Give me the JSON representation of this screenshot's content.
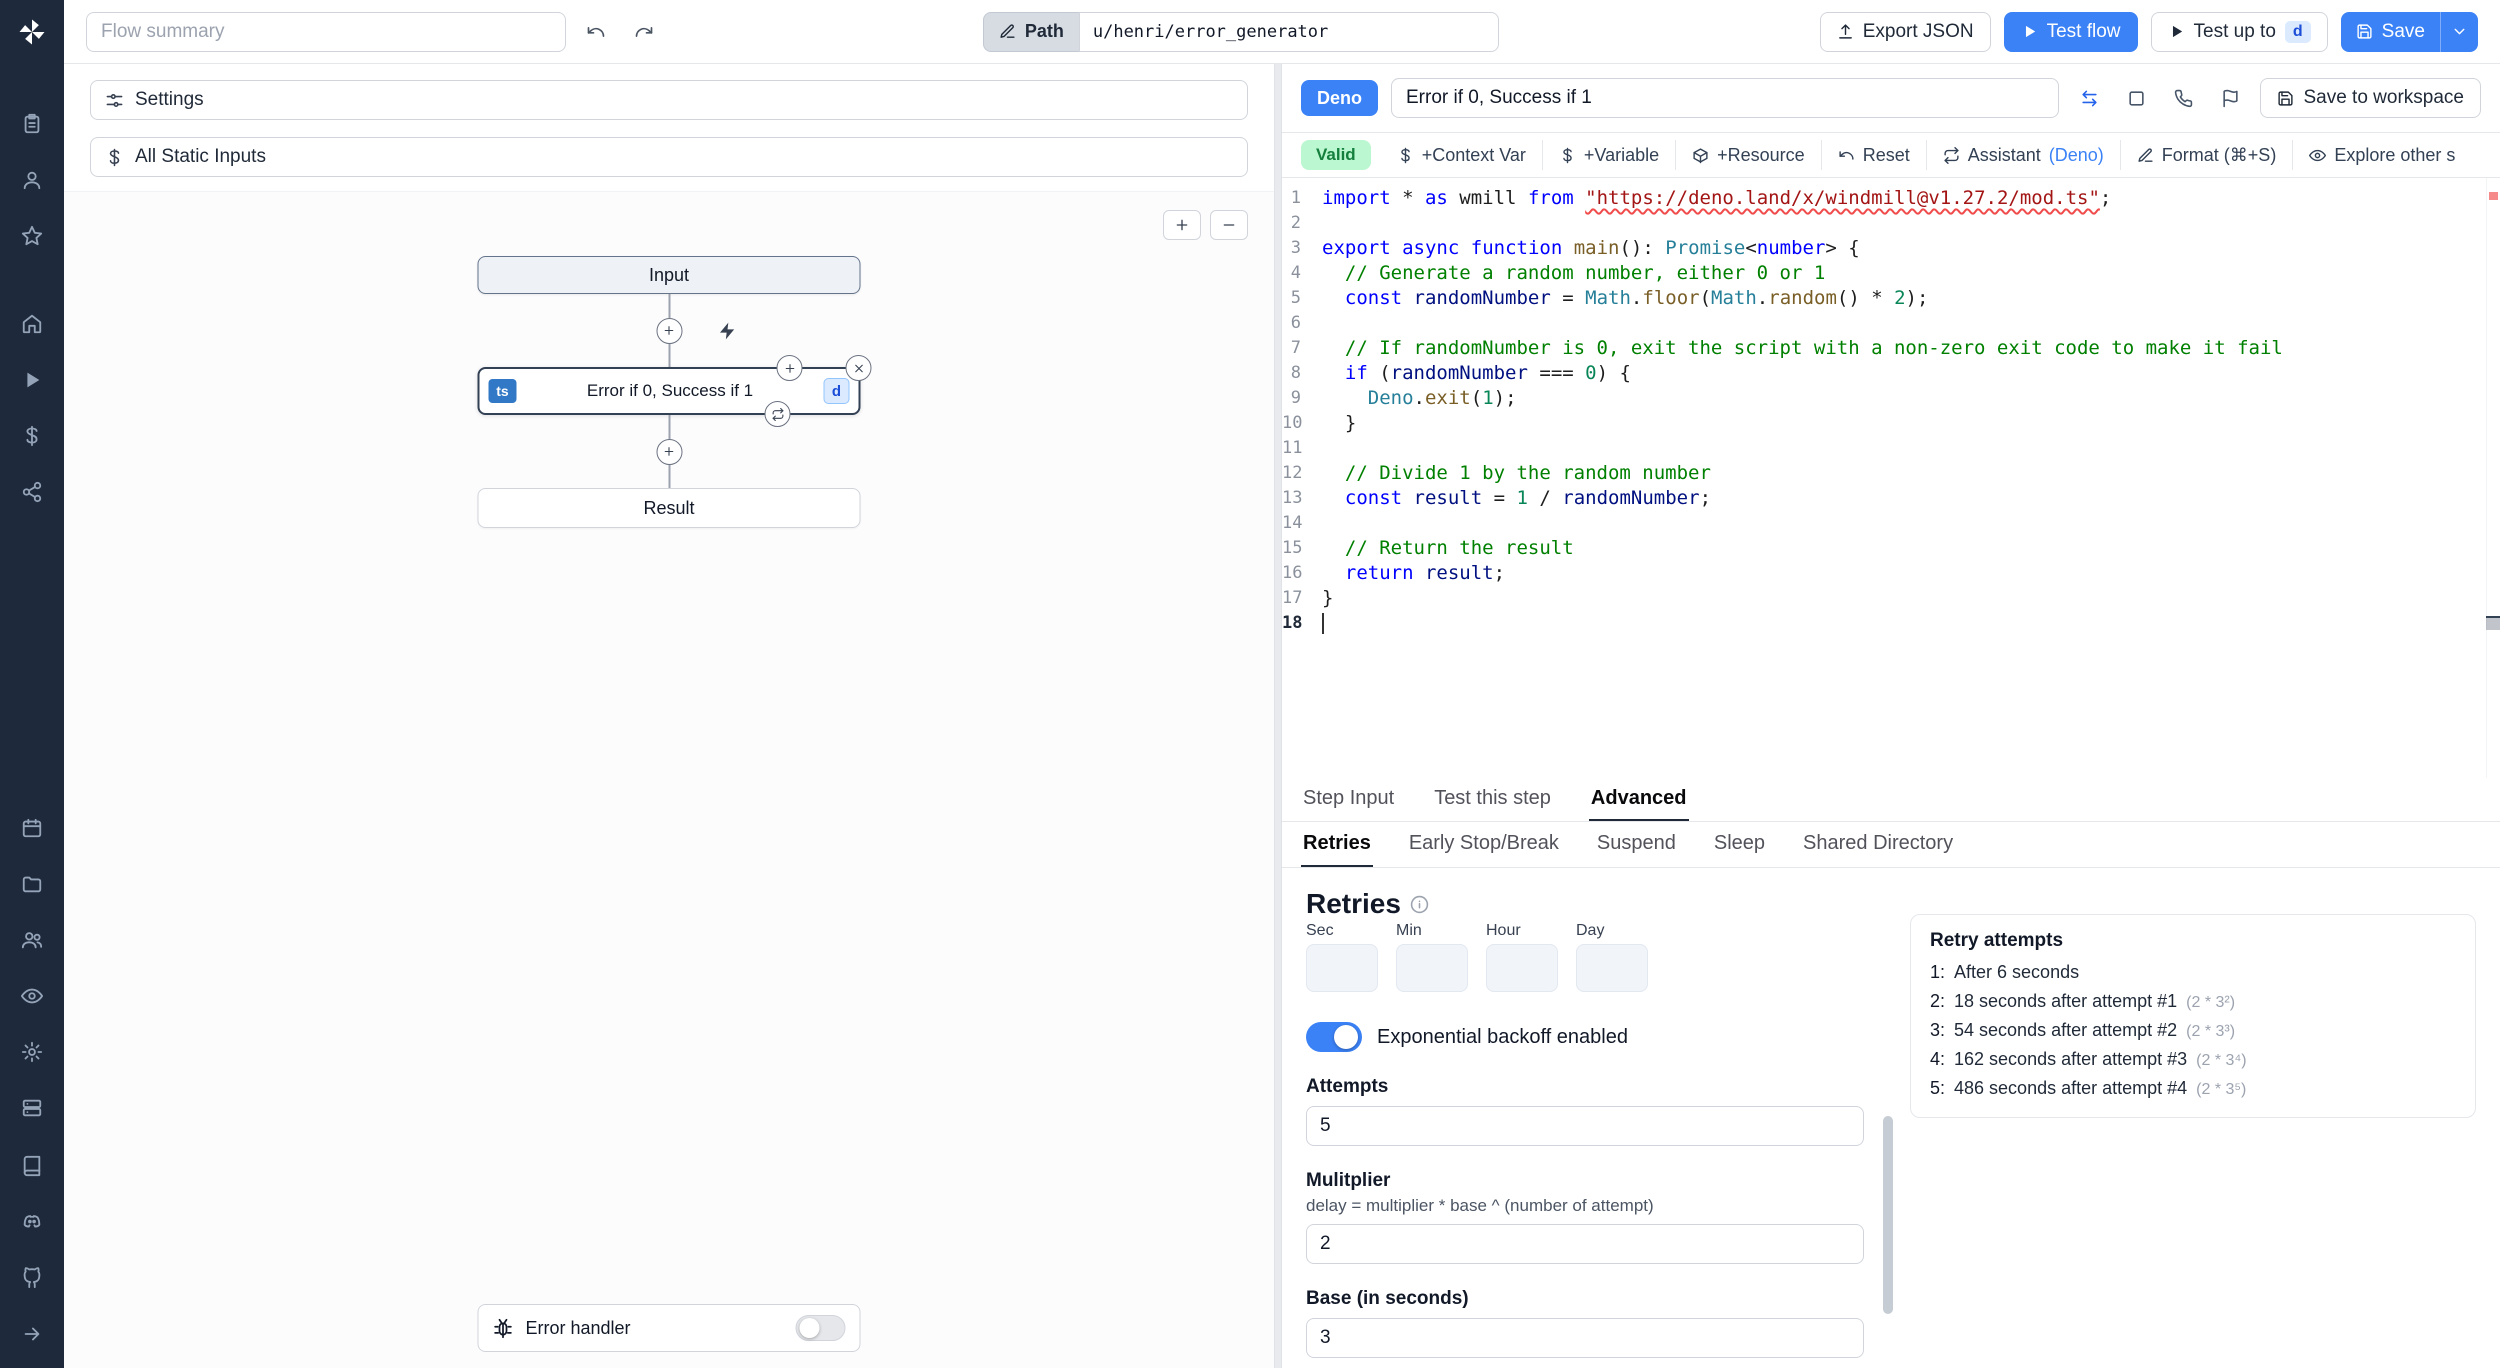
{
  "colors": {
    "accent": "#3b82f6",
    "sidebar_bg": "#1e293b",
    "valid_badge_bg": "#bbf7d0",
    "deno_badge_bg": "#3b82f6",
    "ts_badge_bg": "#3178c6"
  },
  "sidebar": {
    "groups": [
      [
        "clipboard-list",
        "user",
        "star"
      ],
      [
        "home",
        "play",
        "dollar",
        "flows"
      ],
      [
        "calendar",
        "folder",
        "users",
        "eye",
        "gear",
        "workers"
      ],
      [
        "book",
        "discord",
        "github"
      ]
    ],
    "bottom_icon": "arrow-right"
  },
  "topbar": {
    "flow_summary": "Flow summary",
    "path_label": "Path",
    "path_value": "u/henri/error_generator",
    "export_json": "Export JSON",
    "test_flow": "Test flow",
    "test_up_to": "Test up to",
    "test_up_to_badge": "d",
    "save": "Save"
  },
  "flow_panel": {
    "settings": "Settings",
    "all_static_inputs": "All Static Inputs",
    "input_node": "Input",
    "step_node": {
      "lang": "ts",
      "title": "Error if 0, Success if 1",
      "badge": "d"
    },
    "result_node": "Result",
    "error_handler": "Error handler"
  },
  "editor": {
    "lang_badge": "Deno",
    "step_name": "Error if 0, Success if 1",
    "save_to_workspace": "Save to workspace",
    "toolbar": {
      "valid": "Valid",
      "items": [
        {
          "icon": "dollar",
          "label": "+Context Var"
        },
        {
          "icon": "dollar",
          "label": "+Variable"
        },
        {
          "icon": "box",
          "label": "+Resource"
        },
        {
          "icon": "undo",
          "label": "Reset"
        },
        {
          "icon": "repeat",
          "label": "Assistant",
          "suffix": " (Deno)"
        },
        {
          "icon": "pencil",
          "label": "Format (⌘+S)"
        },
        {
          "icon": "eye",
          "label": "Explore other s"
        }
      ]
    },
    "code": [
      [
        [
          "k",
          "import"
        ],
        [
          "p",
          " * "
        ],
        [
          "k",
          "as"
        ],
        [
          "p",
          " wmill "
        ],
        [
          "k",
          "from"
        ],
        [
          "p",
          " "
        ],
        [
          "s",
          "\"https://deno.land/x/windmill@v1.27.2/mod.ts\""
        ],
        [
          "p",
          ";"
        ]
      ],
      [],
      [
        [
          "k",
          "export"
        ],
        [
          "p",
          " "
        ],
        [
          "k",
          "async"
        ],
        [
          "p",
          " "
        ],
        [
          "k",
          "function"
        ],
        [
          "p",
          " "
        ],
        [
          "f",
          "main"
        ],
        [
          "p",
          "(): "
        ],
        [
          "t",
          "Promise"
        ],
        [
          "p",
          "<"
        ],
        [
          "k",
          "number"
        ],
        [
          "p",
          "> {"
        ]
      ],
      [
        [
          "c",
          "  // Generate a random number, either 0 or 1"
        ]
      ],
      [
        [
          "p",
          "  "
        ],
        [
          "k",
          "const"
        ],
        [
          "p",
          " "
        ],
        [
          "v",
          "randomNumber"
        ],
        [
          "p",
          " = "
        ],
        [
          "t",
          "Math"
        ],
        [
          "p",
          "."
        ],
        [
          "f",
          "floor"
        ],
        [
          "p",
          "("
        ],
        [
          "t",
          "Math"
        ],
        [
          "p",
          "."
        ],
        [
          "f",
          "random"
        ],
        [
          "p",
          "() * "
        ],
        [
          "n",
          "2"
        ],
        [
          "p",
          ");"
        ]
      ],
      [],
      [
        [
          "c",
          "  // If randomNumber is 0, exit the script with a non-zero exit code to make it fail"
        ]
      ],
      [
        [
          "p",
          "  "
        ],
        [
          "k",
          "if"
        ],
        [
          "p",
          " ("
        ],
        [
          "v",
          "randomNumber"
        ],
        [
          "p",
          " === "
        ],
        [
          "n",
          "0"
        ],
        [
          "p",
          ") {"
        ]
      ],
      [
        [
          "p",
          "    "
        ],
        [
          "t",
          "Deno"
        ],
        [
          "p",
          "."
        ],
        [
          "f",
          "exit"
        ],
        [
          "p",
          "("
        ],
        [
          "n",
          "1"
        ],
        [
          "p",
          ");"
        ]
      ],
      [
        [
          "p",
          "  }"
        ]
      ],
      [],
      [
        [
          "c",
          "  // Divide 1 by the random number"
        ]
      ],
      [
        [
          "p",
          "  "
        ],
        [
          "k",
          "const"
        ],
        [
          "p",
          " "
        ],
        [
          "v",
          "result"
        ],
        [
          "p",
          " = "
        ],
        [
          "n",
          "1"
        ],
        [
          "p",
          " / "
        ],
        [
          "v",
          "randomNumber"
        ],
        [
          "p",
          ";"
        ]
      ],
      [],
      [
        [
          "c",
          "  // Return the result"
        ]
      ],
      [
        [
          "p",
          "  "
        ],
        [
          "k",
          "return"
        ],
        [
          "p",
          " "
        ],
        [
          "v",
          "result"
        ],
        [
          "p",
          ";"
        ]
      ],
      [
        [
          "p",
          "}"
        ]
      ],
      []
    ]
  },
  "bottom": {
    "tabs": [
      {
        "label": "Step Input"
      },
      {
        "label": "Test this step"
      },
      {
        "label": "Advanced",
        "active": true
      }
    ],
    "subtabs": [
      {
        "label": "Retries",
        "active": true
      },
      {
        "label": "Early Stop/Break"
      },
      {
        "label": "Suspend"
      },
      {
        "label": "Sleep"
      },
      {
        "label": "Shared Directory"
      }
    ],
    "retries": {
      "title": "Retries",
      "cron_fields": [
        "Sec",
        "Min",
        "Hour",
        "Day"
      ],
      "backoff_toggle": "Exponential backoff enabled",
      "attempts_label": "Attempts",
      "attempts_value": "5",
      "multiplier_label": "Mulitplier",
      "multiplier_help": "delay = multiplier * base ^ (number of attempt)",
      "multiplier_value": "2",
      "base_label": "Base (in seconds)",
      "base_value": "3",
      "card_title": "Retry attempts",
      "attempts_list": [
        {
          "n": "1:",
          "text": "After 6 seconds",
          "formula": ""
        },
        {
          "n": "2:",
          "text": "18 seconds after attempt #1",
          "formula": "(2 * 3²)"
        },
        {
          "n": "3:",
          "text": "54 seconds after attempt #2",
          "formula": "(2 * 3³)"
        },
        {
          "n": "4:",
          "text": "162 seconds after attempt #3",
          "formula": "(2 * 3⁴)"
        },
        {
          "n": "5:",
          "text": "486 seconds after attempt #4",
          "formula": "(2 * 3⁵)"
        }
      ]
    }
  }
}
